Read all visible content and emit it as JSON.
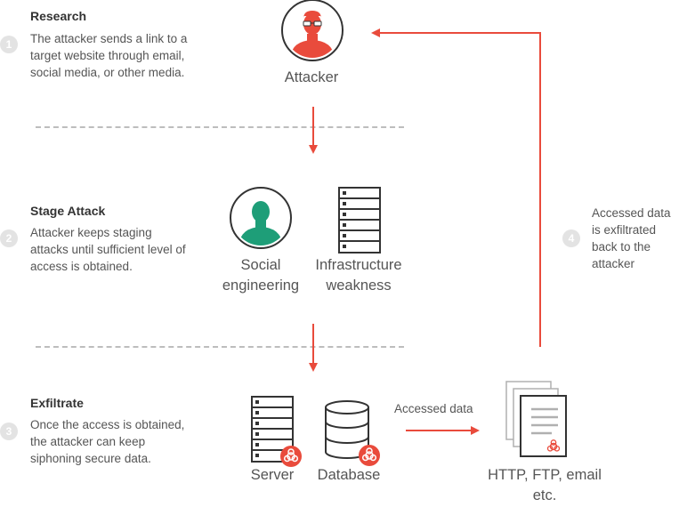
{
  "steps": [
    {
      "number": "1",
      "title": "Research",
      "description": [
        "The attacker sends a link to a",
        "target website through email,",
        "social media, or other media."
      ]
    },
    {
      "number": "2",
      "title": "Stage Attack",
      "description": [
        "Attacker keeps staging",
        "attacks until sufficient level of",
        "access is obtained."
      ]
    },
    {
      "number": "3",
      "title": "Exfiltrate",
      "description": [
        "Once the access is obtained,",
        "the attacker can keep",
        "siphoning secure data."
      ]
    },
    {
      "number": "4",
      "title": "",
      "description": [
        "Accessed data",
        "is exfiltrated",
        "back to the",
        "attacker"
      ]
    }
  ],
  "nodes": {
    "attacker": "Attacker",
    "social_engineering": [
      "Social",
      "engineering"
    ],
    "infrastructure_weakness": [
      "Infrastructure",
      "weakness"
    ],
    "server": "Server",
    "database": "Database",
    "destination": [
      "HTTP, FTP, email",
      "etc."
    ]
  },
  "edge_label": "Accessed data",
  "colors": {
    "accent": "#e94b3c",
    "person_green": "#1e9e78",
    "icon_dark": "#333333",
    "divider": "#bdbdbd",
    "step_badge": "#e3e3e3"
  }
}
